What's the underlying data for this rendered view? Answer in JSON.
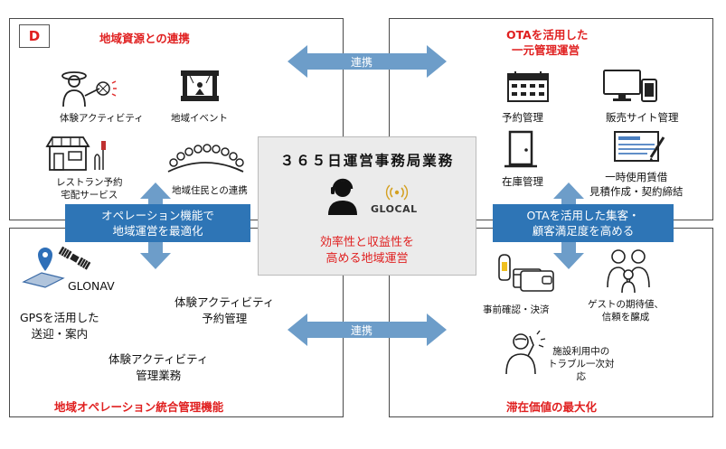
{
  "badge": "D",
  "center": {
    "title": "３６５日運営事務局業務",
    "logo_text": "GLOCAL",
    "red_line1": "効率性と収益性を",
    "red_line2": "高める地域運営"
  },
  "arrows": {
    "top_label": "連携",
    "bottom_label": "連携"
  },
  "q1": {
    "title": "地域資源との連携",
    "items": [
      {
        "label": "体験アクティビティ",
        "icon": "farmer-icon"
      },
      {
        "label": "地域イベント",
        "icon": "stage-icon"
      },
      {
        "label_line1": "レストラン予約",
        "label_line2": "宅配サービス",
        "icon": "restaurant-icon"
      },
      {
        "label": "地域住民との連携",
        "icon": "crowd-icon"
      }
    ],
    "bluebox_line1": "オペレーション機能で",
    "bluebox_line2": "地域運営を最適化"
  },
  "q2": {
    "title_line1": "OTAを活用した",
    "title_line2": "一元管理運営",
    "items": [
      {
        "label": "予約管理",
        "icon": "calendar-icon"
      },
      {
        "label": "販売サイト管理",
        "icon": "devices-icon"
      },
      {
        "label": "在庫管理",
        "icon": "door-icon"
      },
      {
        "label_line1": "一時使用賃借",
        "label_line2": "見積作成・契約締結",
        "icon": "document-icon"
      }
    ],
    "bluebox_line1": "OTAを活用した集客・",
    "bluebox_line2": "顧客満足度を高める"
  },
  "q3": {
    "title": "地域オペレーション統合管理機能",
    "glonav": "GLONAV",
    "gps_line1": "GPSを活用した",
    "gps_line2": "送迎・案内",
    "res_line1": "体験アクティビティ",
    "res_line2": "予約管理",
    "mgmt_line1": "体験アクティビティ",
    "mgmt_line2": "管理業務"
  },
  "q4": {
    "title": "滞在価値の最大化",
    "prepay": "事前確認・決済",
    "guest_line1": "ゲストの期待値、",
    "guest_line2": "信頼を醸成",
    "trouble_line1": "施設利用中の",
    "trouble_line2": "トラブル一次対",
    "trouble_line3": "応"
  }
}
